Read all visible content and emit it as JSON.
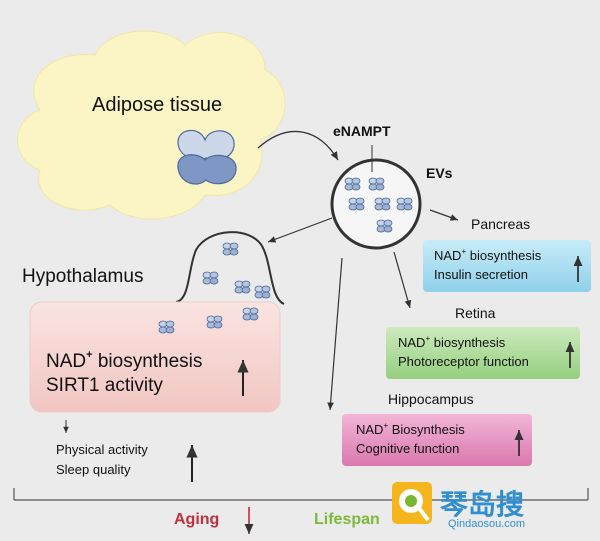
{
  "adipose": {
    "label": "Adipose tissue"
  },
  "enampt": {
    "label": "eNAMPT"
  },
  "evs": {
    "label": "EVs"
  },
  "hypothalamus": {
    "title": "Hypothalamus",
    "line1_prefix": "NAD",
    "line1_sup": "+",
    "line1_rest": " biosynthesis",
    "line2": "SIRT1 activity"
  },
  "pancreas": {
    "title": "Pancreas",
    "line1_prefix": "NAD",
    "line1_sup": "+",
    "line1_rest": " biosynthesis",
    "line2": "Insulin secretion"
  },
  "retina": {
    "title": "Retina",
    "line1_prefix": "NAD",
    "line1_sup": "+",
    "line1_rest": " biosynthesis",
    "line2": "Photoreceptor function"
  },
  "hippocampus": {
    "title": "Hippocampus",
    "line1_prefix": "NAD",
    "line1_sup": "+",
    "line1_rest": " Biosynthesis",
    "line2": "Cognitive function"
  },
  "outcomes": {
    "line1": "Physical activity",
    "line2": "Sleep quality"
  },
  "timeline": {
    "aging": "Aging",
    "lifespan": "Lifespan"
  },
  "watermark": {
    "chinese": "琴岛搜",
    "url": "Qindaosou.com"
  },
  "colors": {
    "background": "#ebebeb",
    "adipose_fill": "#fbf4c4",
    "hypothalamus_fill": "#f6d7d4",
    "pancreas_fill": "#a9dcef",
    "retina_fill": "#b2dca2",
    "hippocampus_fill": "#e58fbe",
    "aging_red": "#c0313f",
    "lifespan_green": "#7cbb3a",
    "enzyme_blue": "#8fa6cc"
  }
}
